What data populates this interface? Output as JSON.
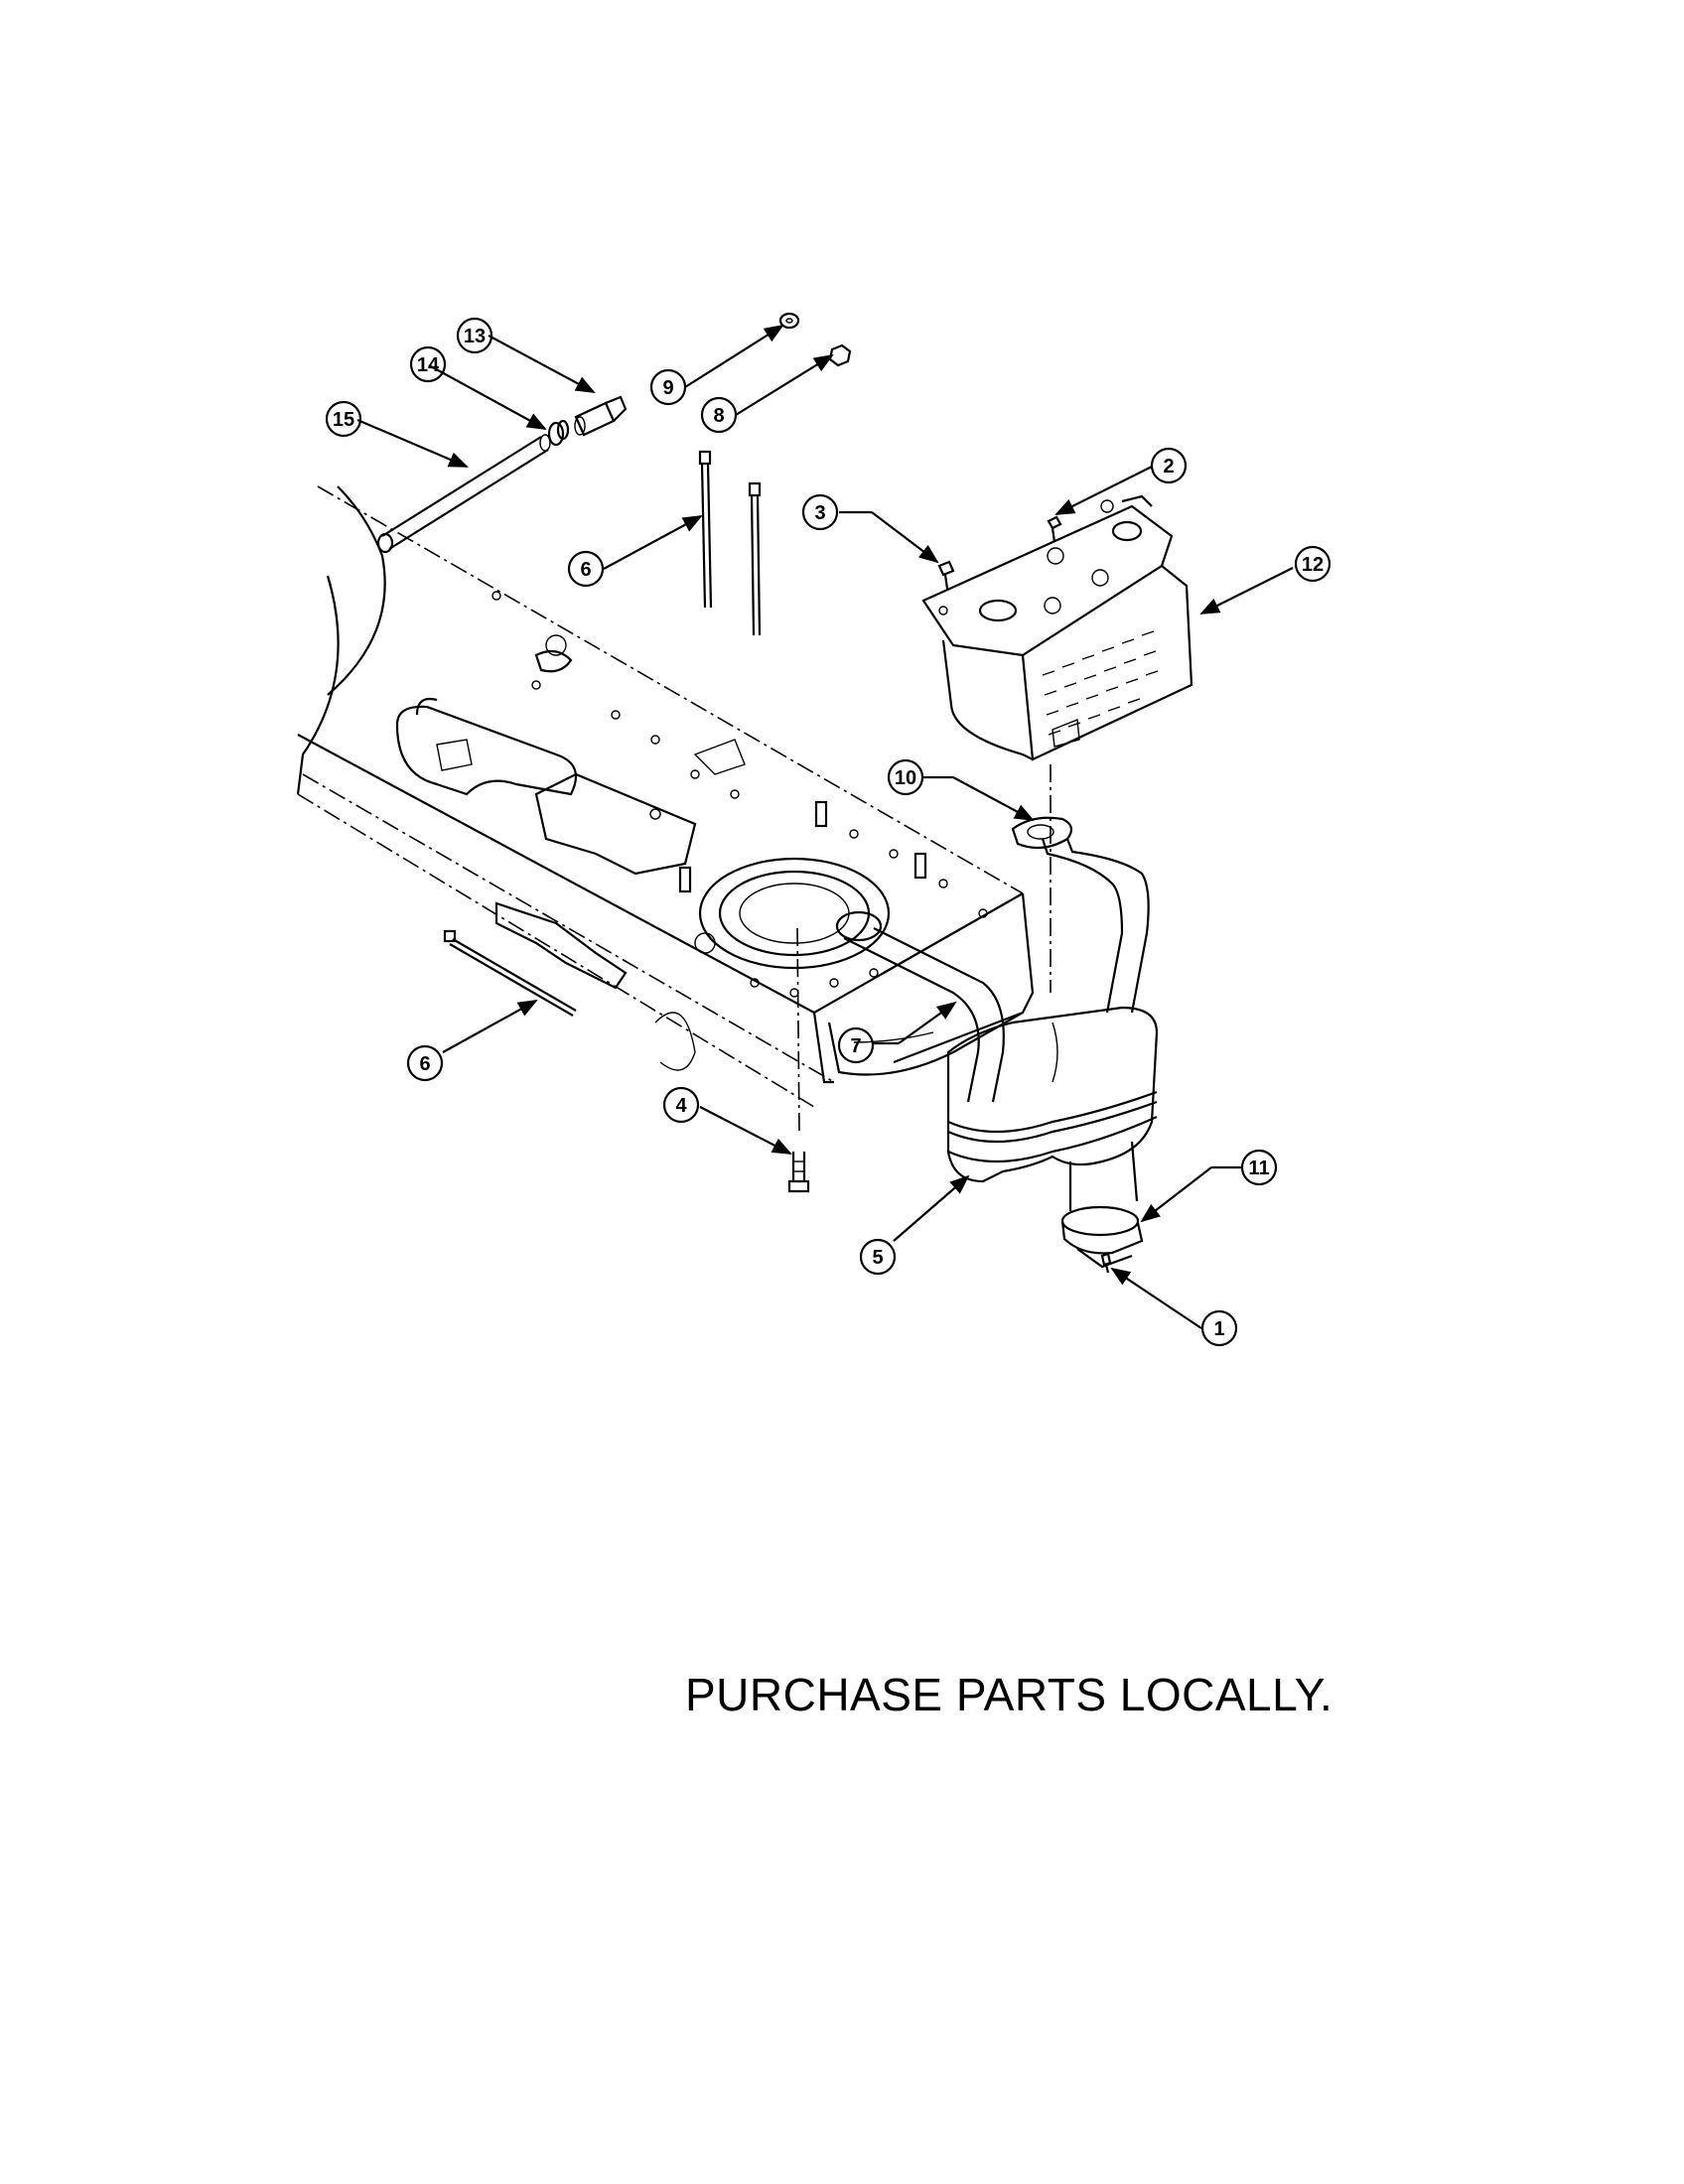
{
  "note": "PURCHASE PARTS LOCALLY.",
  "callouts": [
    {
      "id": "c1",
      "label": "1"
    },
    {
      "id": "c2",
      "label": "2"
    },
    {
      "id": "c3",
      "label": "3"
    },
    {
      "id": "c4",
      "label": "4"
    },
    {
      "id": "c5",
      "label": "5"
    },
    {
      "id": "c6a",
      "label": "6"
    },
    {
      "id": "c6b",
      "label": "6"
    },
    {
      "id": "c7",
      "label": "7"
    },
    {
      "id": "c8",
      "label": "8"
    },
    {
      "id": "c9",
      "label": "9"
    },
    {
      "id": "c10",
      "label": "10"
    },
    {
      "id": "c11",
      "label": "11"
    },
    {
      "id": "c12",
      "label": "12"
    },
    {
      "id": "c13",
      "label": "13"
    },
    {
      "id": "c14",
      "label": "14"
    },
    {
      "id": "c15",
      "label": "15"
    }
  ]
}
